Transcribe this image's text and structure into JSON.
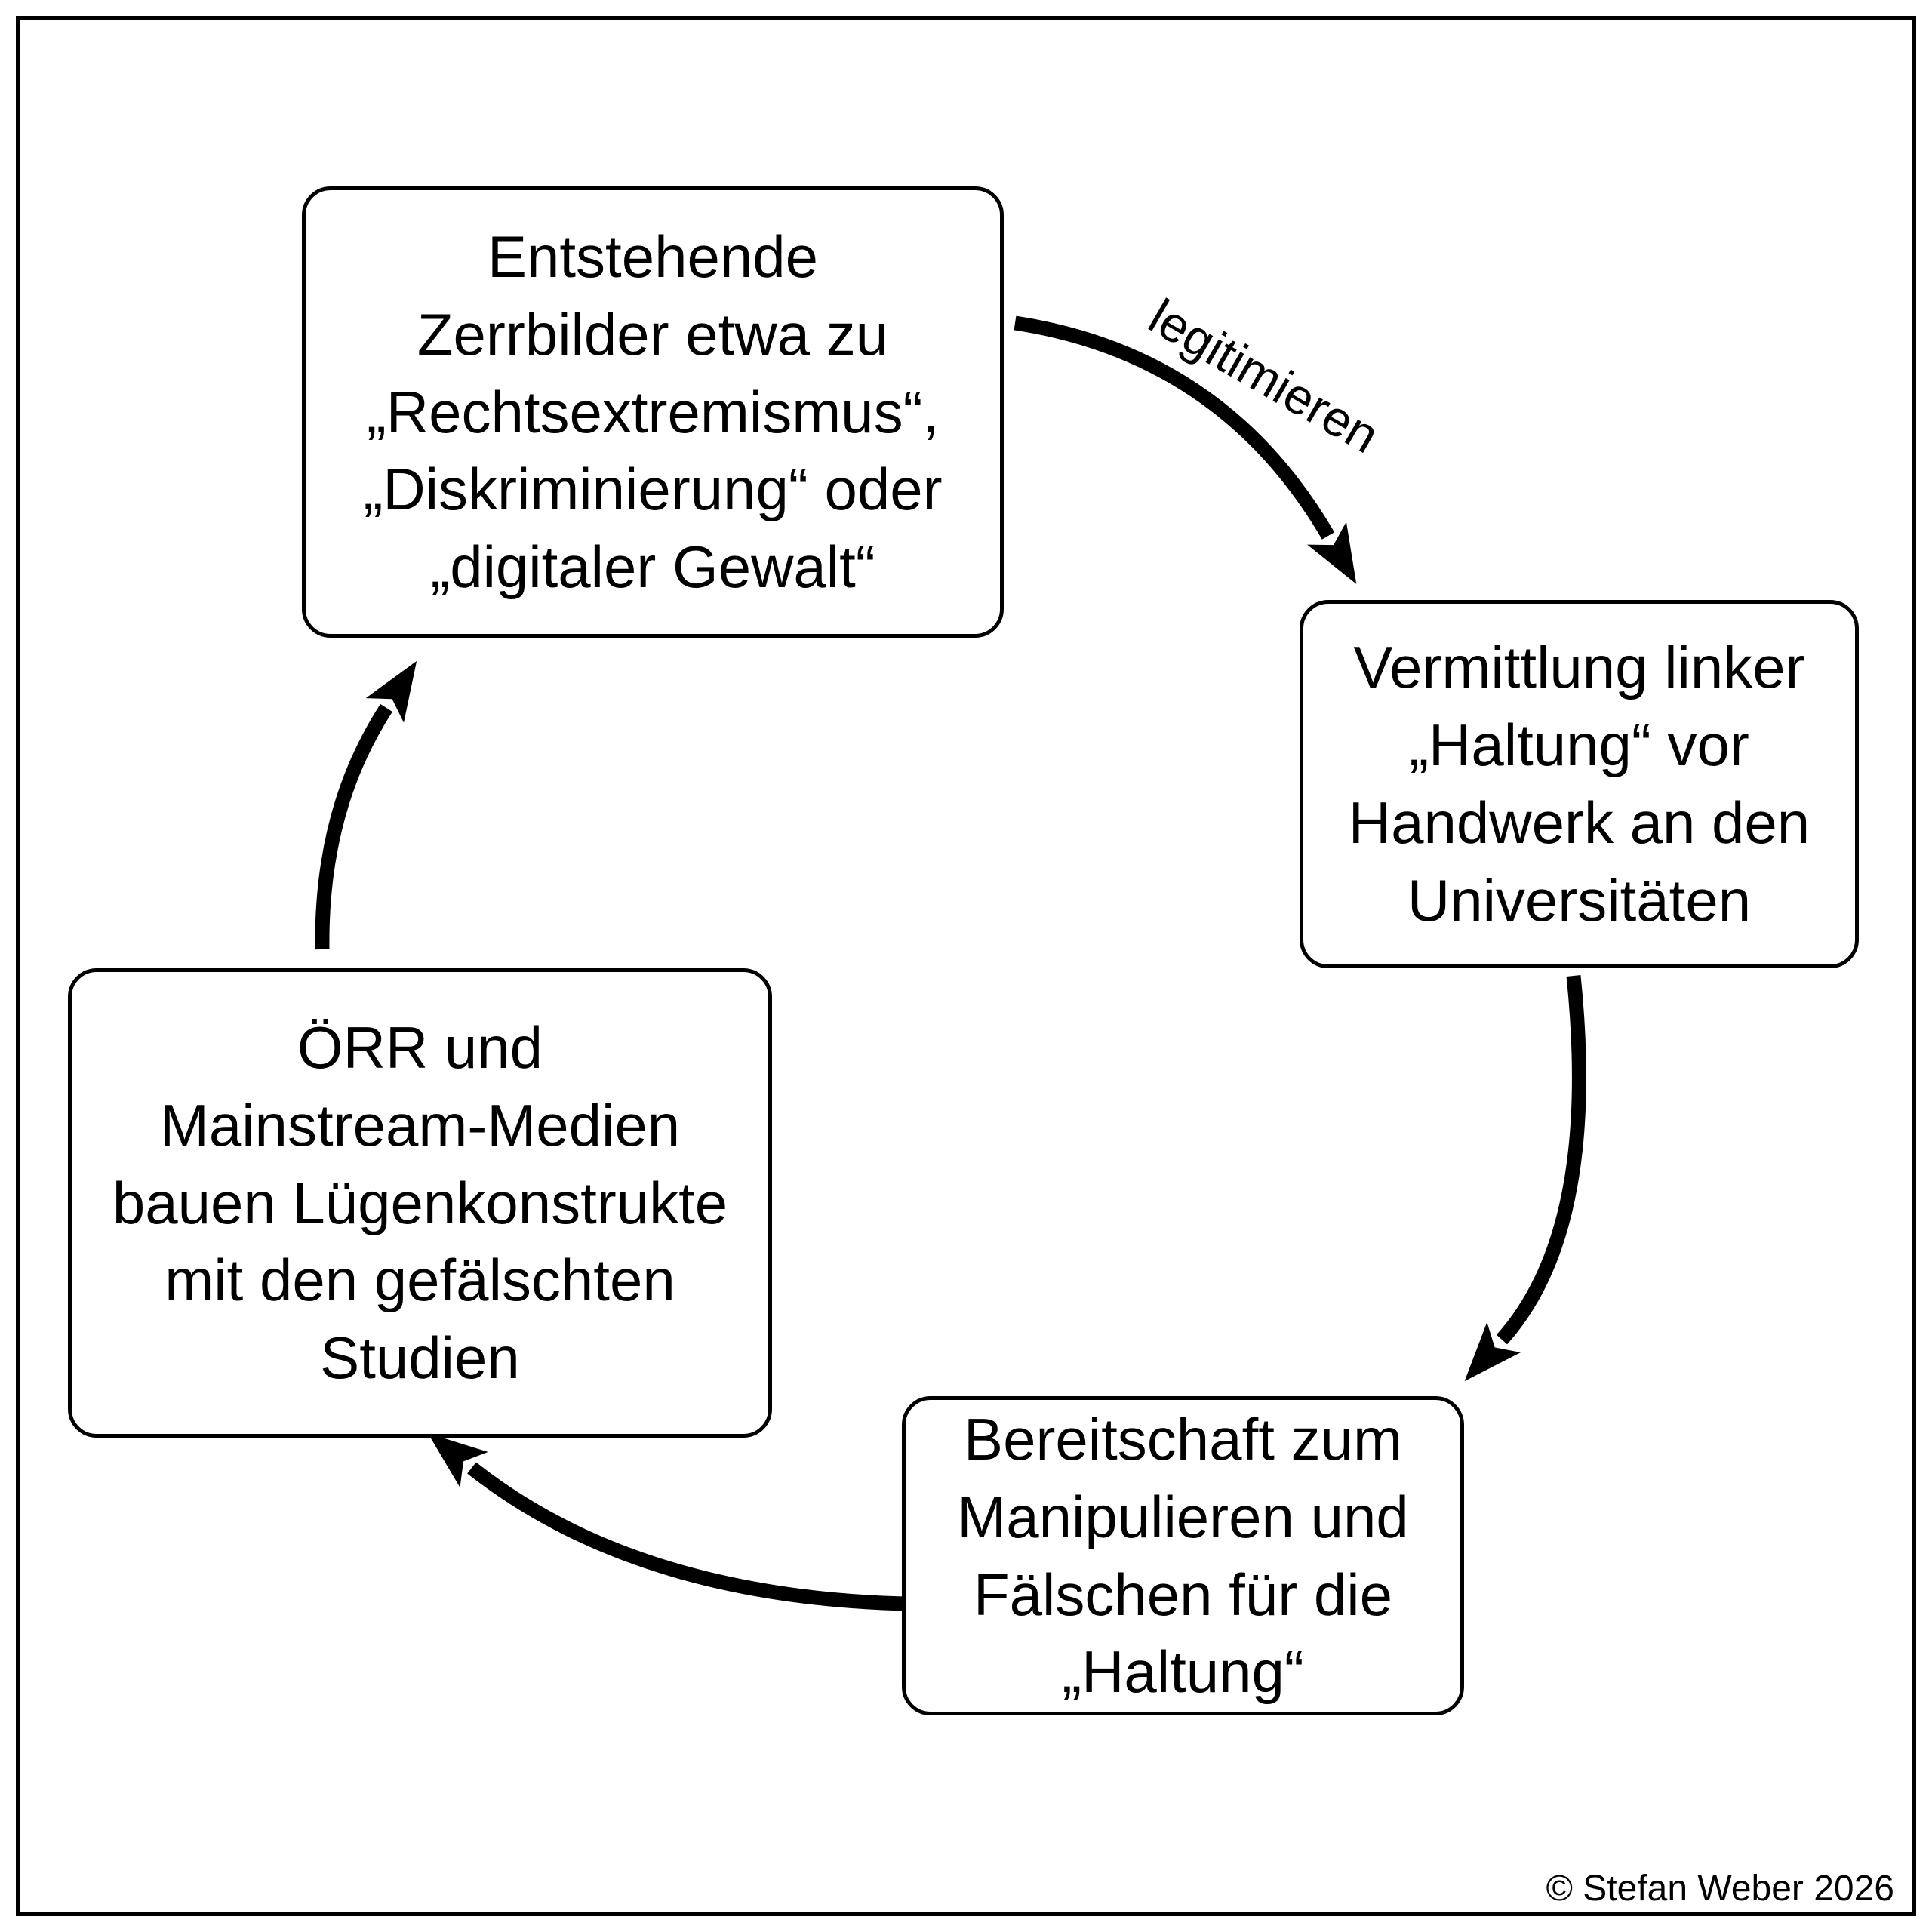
{
  "diagram": {
    "boxes": {
      "top": {
        "text": "Entstehende\nZerrbilder etwa zu\n„Rechtsextremismus“,\n„Diskriminierung“ oder\n„digitaler Gewalt“"
      },
      "right": {
        "text": "Vermittlung linker\n„Haltung“ vor\nHandwerk an den\nUniversitäten"
      },
      "bottom": {
        "text": "Bereitschaft zum\nManipulieren und\nFälschen für die\n„Haltung“"
      },
      "left": {
        "text": "ÖRR und\nMainstream-Medien\nbauen Lügenkonstrukte\nmit den gefälschten\nStudien"
      }
    },
    "arrow_label": "legitimieren",
    "copyright": "© Stefan Weber 2026",
    "colors": {
      "ink": "#000000",
      "background": "#ffffff"
    }
  }
}
